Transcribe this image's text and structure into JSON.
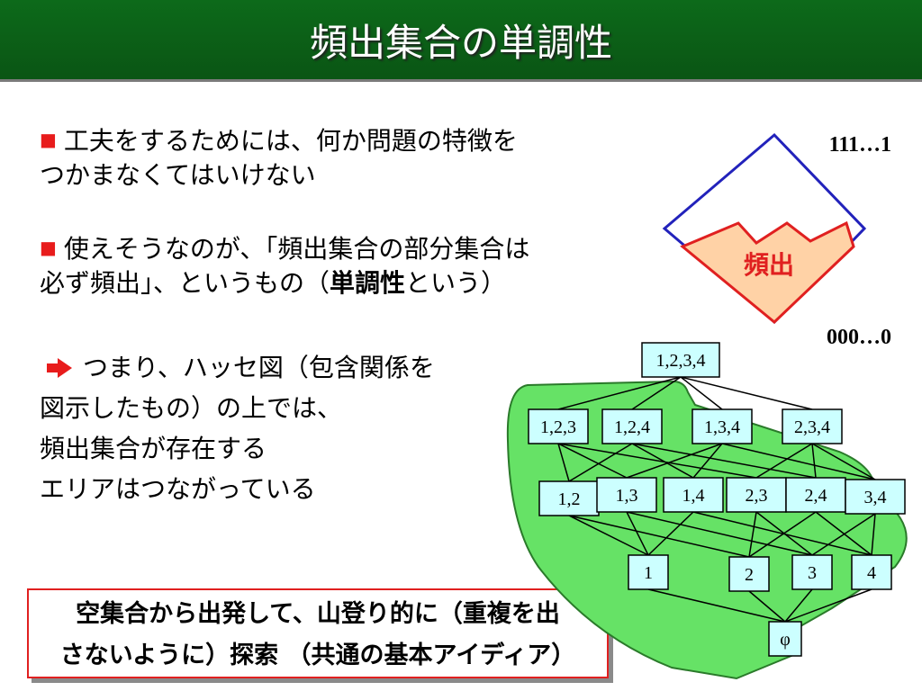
{
  "title": "頻出集合の単調性",
  "bullets": {
    "b1": {
      "line1": "工夫をするためには、何か問題の特徴を",
      "line2": "つかまなくてはいけない"
    },
    "b2": {
      "line1": "使えそうなのが、「頻出集合の部分集合は",
      "line2_pre": "必ず頻出」、というもの（",
      "line2_bold": "単調性",
      "line2_post": "という）"
    },
    "b3": {
      "line1": "つまり、ハッセ図（包含関係を",
      "line2": "図示したもの）の上では、",
      "line3": "頻出集合が存在する",
      "line4": "エリアはつながっている"
    }
  },
  "callout": {
    "line1": "空集合から出発して、山登り的に（重複を出",
    "line2": "さないように）探索 （共通の基本アイディア）"
  },
  "diamond": {
    "top_label": "111…1",
    "bottom_label": "000…0",
    "region_label": "頻出"
  },
  "hasse": {
    "level4": [
      "1,2,3,4"
    ],
    "level3": [
      "1,2,3",
      "1,2,4",
      "1,3,4",
      "2,3,4"
    ],
    "level2": [
      "1,2",
      "1,3",
      "1,4",
      "2,3",
      "2,4",
      "3,4"
    ],
    "level1": [
      "1",
      "2",
      "3",
      "4"
    ],
    "level0": [
      "φ"
    ]
  },
  "colors": {
    "title_bg": "#0d6a1a",
    "accent": "#e81c1c",
    "frequent_area": "#66e266",
    "node_fill": "#ccffff",
    "diamond_line": "#2222bb",
    "frequent_fill": "#ffd2a6"
  }
}
